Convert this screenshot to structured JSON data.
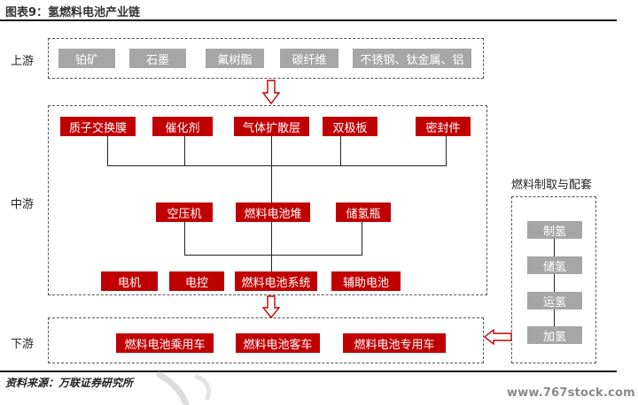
{
  "figure": {
    "title": "图表9：氢燃料电池产业链"
  },
  "upstream": {
    "label": "上游",
    "items": [
      "铂矿",
      "石墨",
      "氟树脂",
      "碳纤维",
      "不锈钢、钛金属、铝"
    ]
  },
  "midstream": {
    "label": "中游",
    "row1": [
      "质子交换膜",
      "催化剂",
      "气体扩散层",
      "双极板",
      "密封件"
    ],
    "row2": [
      "空压机",
      "燃料电池堆",
      "储氢瓶"
    ],
    "row3": [
      "电机",
      "电控",
      "燃料电池系统",
      "辅助电池"
    ]
  },
  "downstream": {
    "label": "下游",
    "items": [
      "燃料电池乘用车",
      "燃料电池客车",
      "燃料电池专用车"
    ]
  },
  "supply": {
    "title": "燃料制取与配套",
    "steps": [
      "制氢",
      "储氢",
      "运氢",
      "加氢"
    ]
  },
  "footer": {
    "source": "资料来源：万联证券研究所",
    "watermark": "www.767stock.com"
  },
  "colors": {
    "red": "#c00000",
    "gray": "#a6a6a6",
    "arrow": "#c00000"
  }
}
